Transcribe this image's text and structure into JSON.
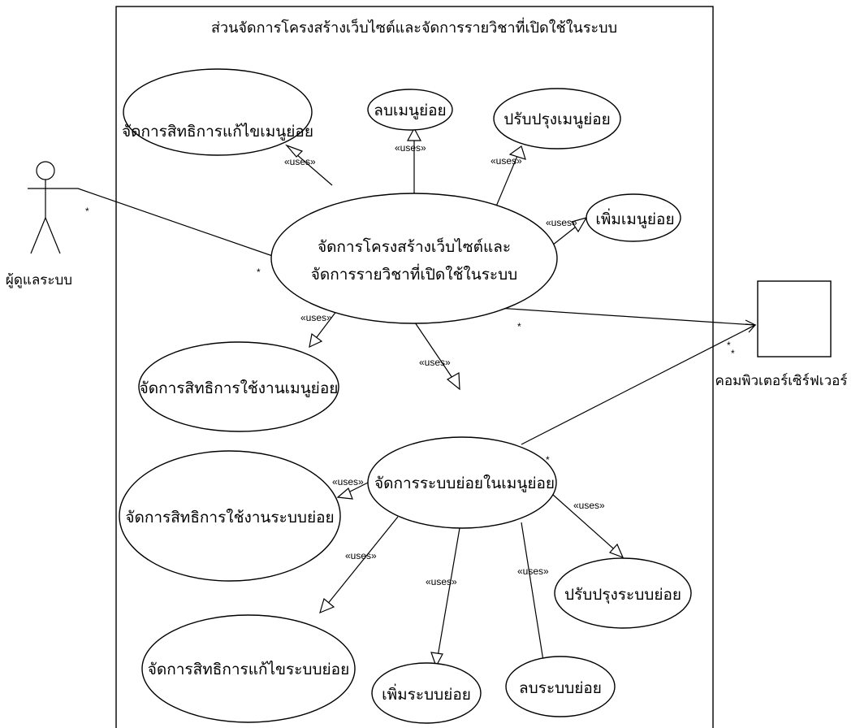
{
  "system": {
    "title": "ส่วนจัดการโครงสร้างเว็บไซต์และจัดการรายวิชาที่เปิดใช้ในระบบ"
  },
  "actors": {
    "admin": "ผู้ดูแลระบบ",
    "server": "คอมพิวเตอร์เซิร์ฟเวอร์"
  },
  "usecases": {
    "main": [
      "จัดการโครงสร้างเว็บไซต์และ",
      "จัดการรายวิชาที่เปิดใช้ในระบบ"
    ],
    "edit_menu_rights": "จัดการสิทธิการแก้ไขเมนูย่อย",
    "delete_menu": "ลบเมนูย่อย",
    "update_menu": "ปรับปรุงเมนูย่อย",
    "add_menu": "เพิ่มเมนูย่อย",
    "use_menu_rights": "จัดการสิทธิการใช้งานเมนูย่อย",
    "manage_subsystem": "จัดการระบบย่อยในเมนูย่อย",
    "use_subsystem_rights": "จัดการสิทธิการใช้งานระบบย่อย",
    "edit_subsystem_rights": "จัดการสิทธิการแก้ไขระบบย่อย",
    "add_subsystem": "เพิ่มระบบย่อย",
    "delete_subsystem": "ลบระบบย่อย",
    "update_subsystem": "ปรับปรุงระบบย่อย"
  },
  "stereotype": "«uses»",
  "multiplicity": "*"
}
